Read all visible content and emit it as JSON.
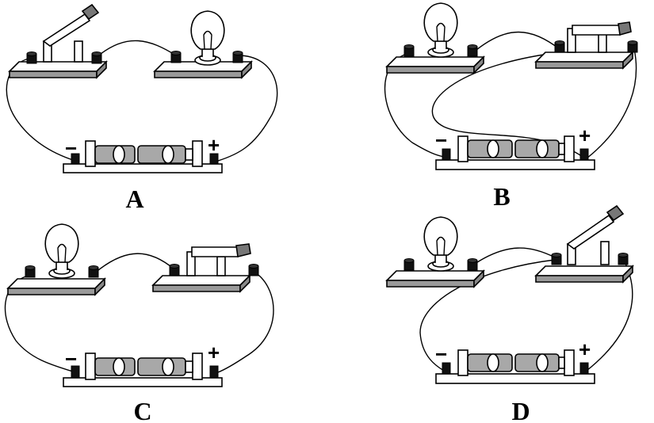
{
  "circuits": [
    {
      "label": "A",
      "bulb_side": "right",
      "switch_state": "open"
    },
    {
      "label": "B",
      "bulb_side": "left",
      "switch_state": "closed"
    },
    {
      "label": "C",
      "bulb_side": "left",
      "switch_state": "closed"
    },
    {
      "label": "D",
      "bulb_side": "left",
      "switch_state": "open"
    }
  ],
  "battery": {
    "negative_sign": "−",
    "positive_sign": "+"
  },
  "colors": {
    "board_top": "#ffffff",
    "board_side": "#999999",
    "cell": "#a8a8a8",
    "terminal": "#000000"
  }
}
